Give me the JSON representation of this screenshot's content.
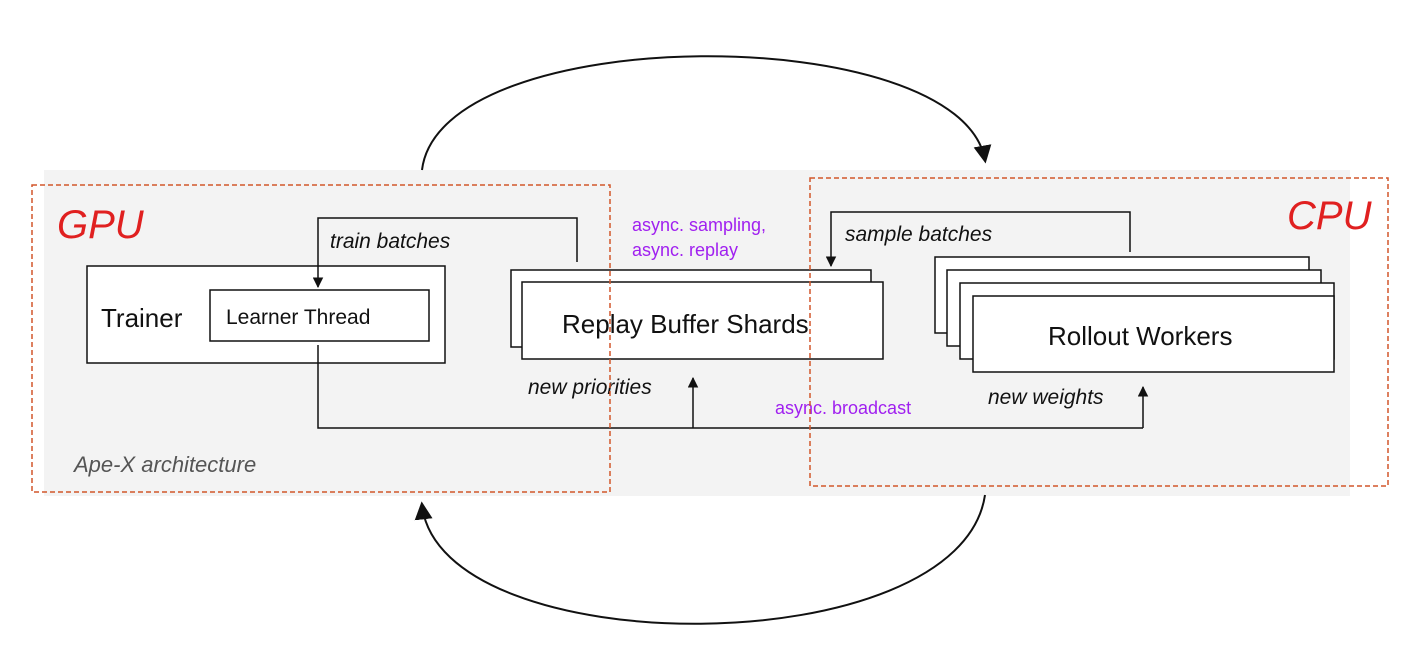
{
  "regions": {
    "gpu_label": "GPU",
    "cpu_label": "CPU"
  },
  "caption": "Ape-X architecture",
  "nodes": {
    "trainer": "Trainer",
    "learner_thread": "Learner Thread",
    "replay_buffer_shards": "Replay Buffer Shards",
    "rollout_workers": "Rollout Workers"
  },
  "edge_labels": {
    "train_batches": "train batches",
    "sample_batches": "sample batches",
    "new_priorities": "new priorities",
    "new_weights": "new weights",
    "async_sampling": "async. sampling,",
    "async_replay": "async. replay",
    "async_broadcast": "async. broadcast"
  },
  "colors": {
    "region_border": "#d2572b",
    "region_label": "#e02020",
    "async_text": "#a020f0",
    "panel_background": "#f3f3f3",
    "line": "#111111"
  }
}
